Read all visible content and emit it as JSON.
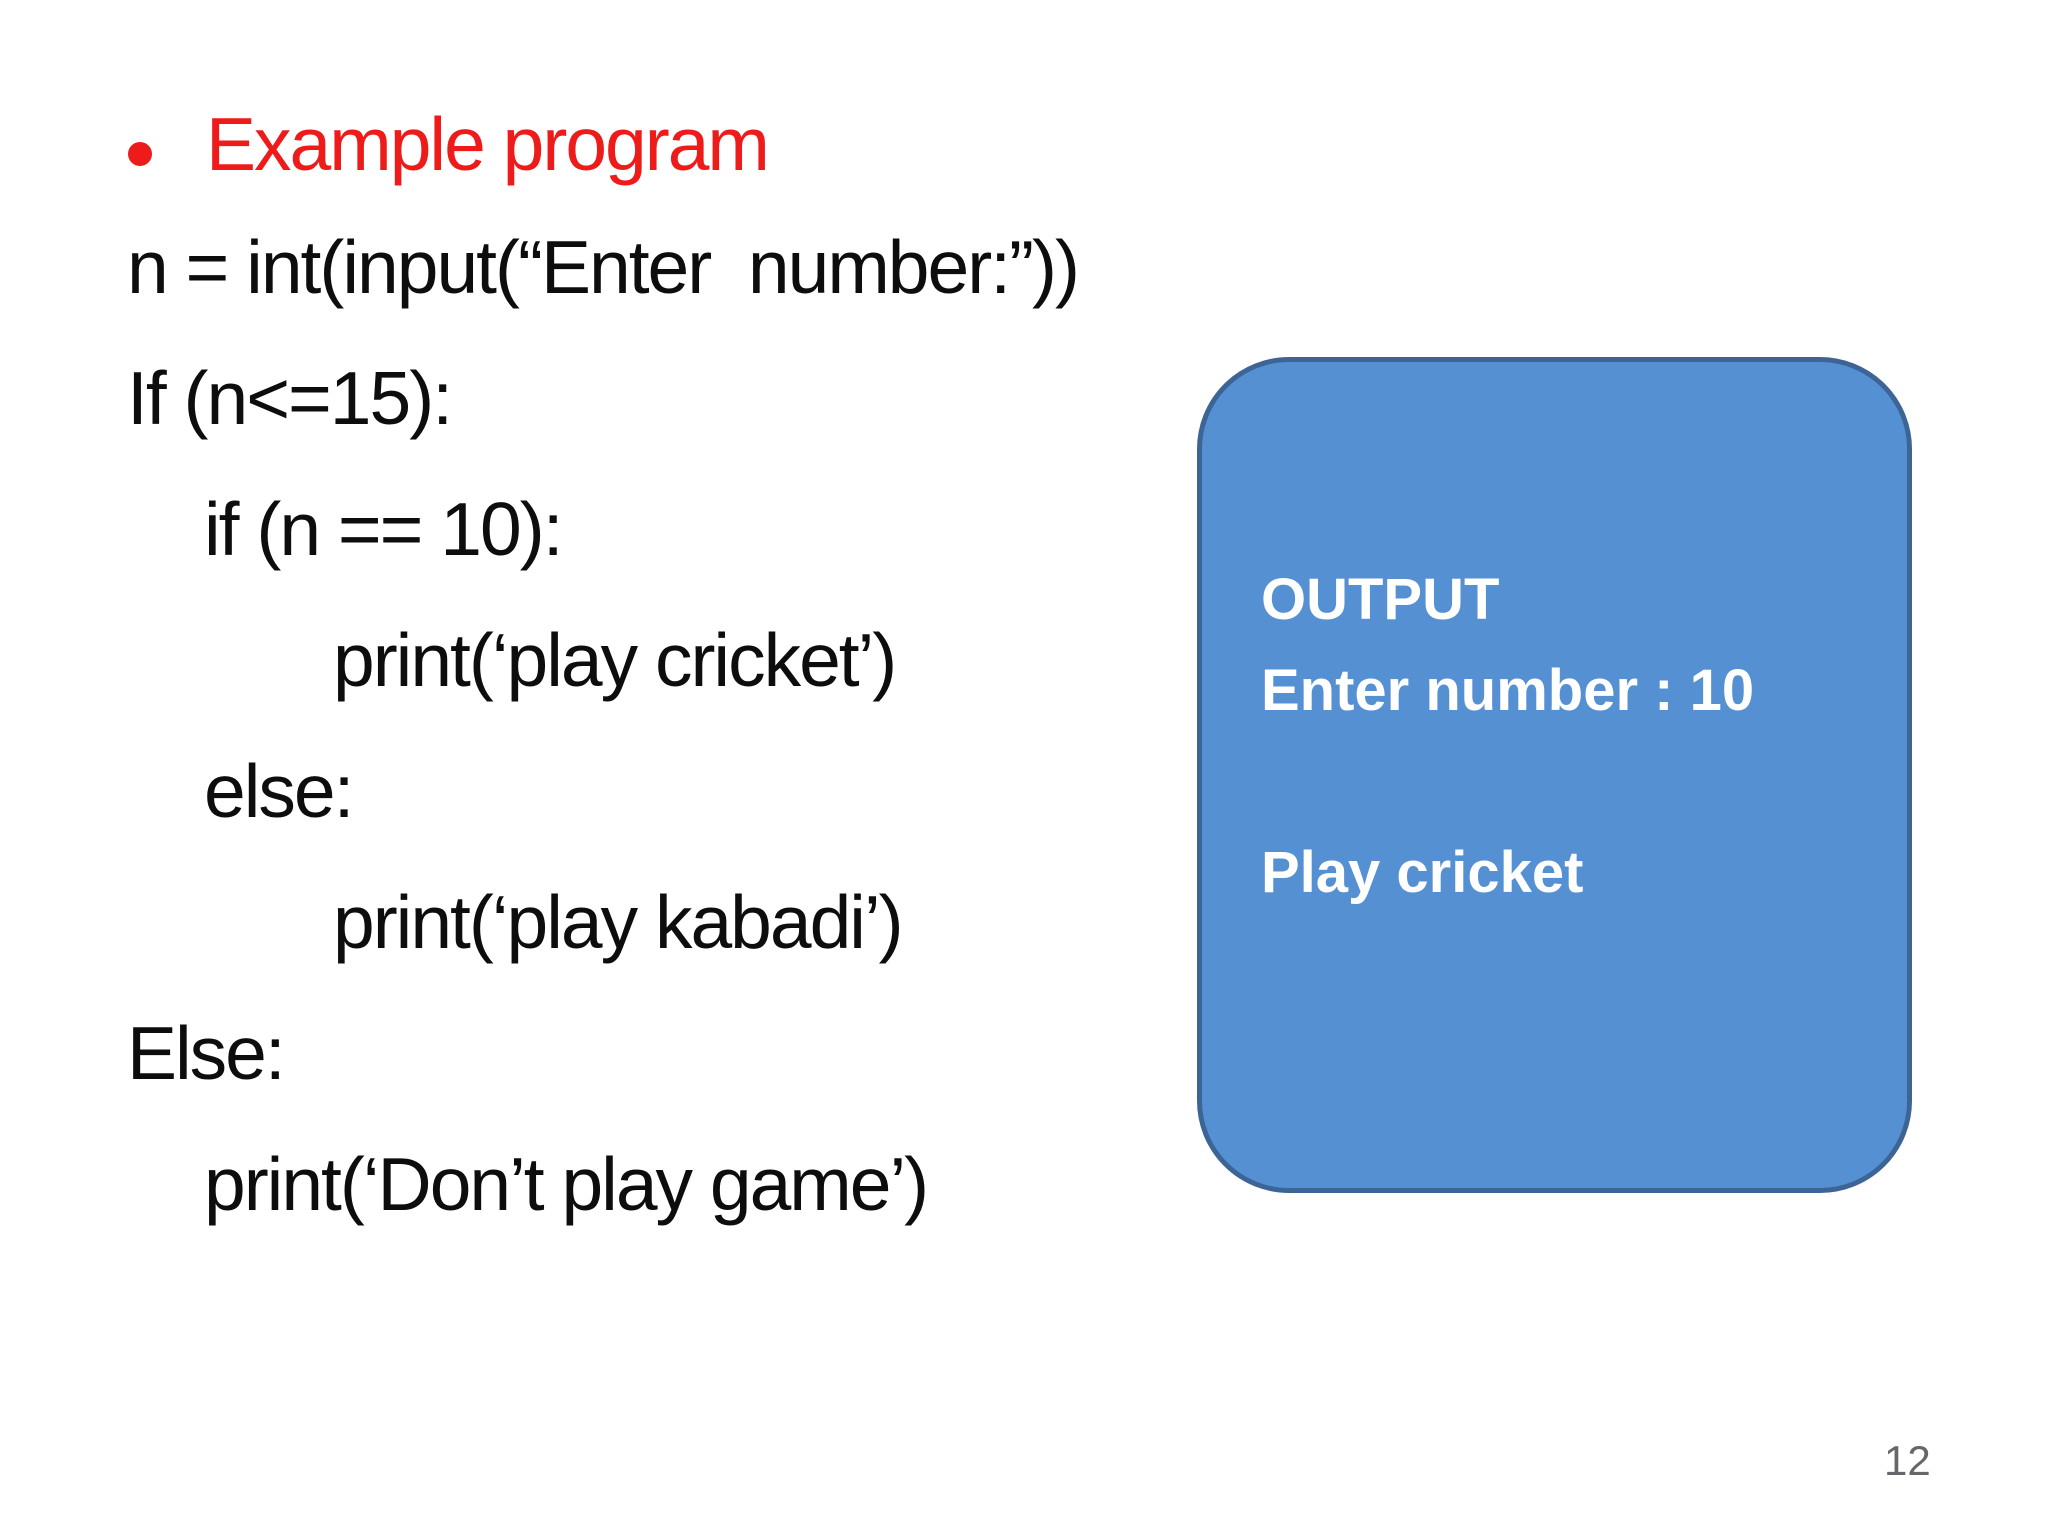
{
  "slide": {
    "title": {
      "text": "Example program"
    },
    "code_lines": [
      {
        "text": "n = int(input(“Enter  number:”))",
        "indent": 0
      },
      {
        "text": "If (n<=15):",
        "indent": 0
      },
      {
        "text": "if (n == 10):",
        "indent": 1
      },
      {
        "text": "print(‘play cricket’)",
        "indent": 2
      },
      {
        "text": "else:",
        "indent": 1
      },
      {
        "text": "print(‘play kabadi’)",
        "indent": 2
      },
      {
        "text": "Else:",
        "indent": 0
      },
      {
        "text": "print(‘Don’t play game’)",
        "indent": 1
      }
    ],
    "output_box": {
      "lines": [
        "OUTPUT",
        "Enter number : 10",
        "Play cricket"
      ]
    },
    "page_number": "12"
  },
  "colors": {
    "title_red": "#EE1B1B",
    "code_text": "#0D0D0D",
    "box_fill": "#5590D3",
    "box_border": "#3C6595",
    "box_text": "#FFFFFF",
    "page_number_gray": "#66666B",
    "background": "#FFFFFF"
  }
}
